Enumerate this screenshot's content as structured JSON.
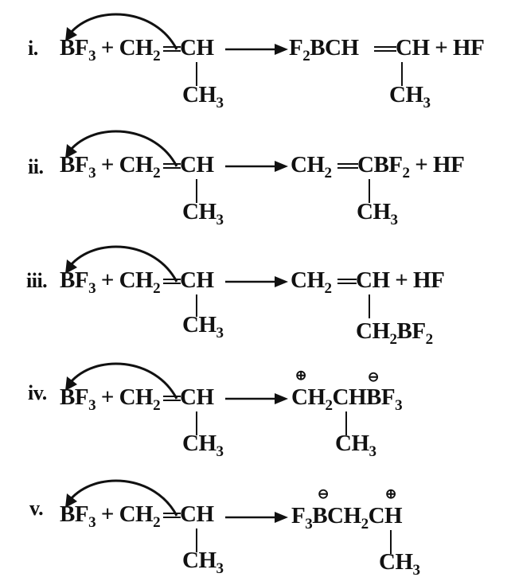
{
  "reactions": [
    {
      "label": "i.",
      "reactants": "BF3 + CH2",
      "reactant_ch": "CH",
      "reactant_branch": "CH3",
      "product_left": "F2BCH",
      "product_right": "CH + HF",
      "product_branch": "CH3"
    },
    {
      "label": "ii.",
      "reactants": "BF3 + CH2",
      "reactant_ch": "CH",
      "reactant_branch": "CH3",
      "product_left": "CH2",
      "product_right": "CBF2 + HF",
      "product_branch": "CH3"
    },
    {
      "label": "iii.",
      "reactants": "BF3 + CH2",
      "reactant_ch": "CH",
      "reactant_branch": "CH3",
      "product_left": "CH2",
      "product_right": "CH + HF",
      "product_branch": "CH2BF2"
    },
    {
      "label": "iv.",
      "reactants": "BF3 + CH2",
      "reactant_ch": "CH",
      "reactant_branch": "CH3",
      "product_main": "CH2CHBF3",
      "product_branch": "CH3",
      "charge_plus": "⊕",
      "charge_minus": "⊖"
    },
    {
      "label": "v.",
      "reactants": "BF3 + CH2",
      "reactant_ch": "CH",
      "reactant_branch": "CH3",
      "product_main": "F3BCH2CH",
      "product_branch": "CH3",
      "charge_plus": "⊕",
      "charge_minus": "⊖"
    }
  ]
}
